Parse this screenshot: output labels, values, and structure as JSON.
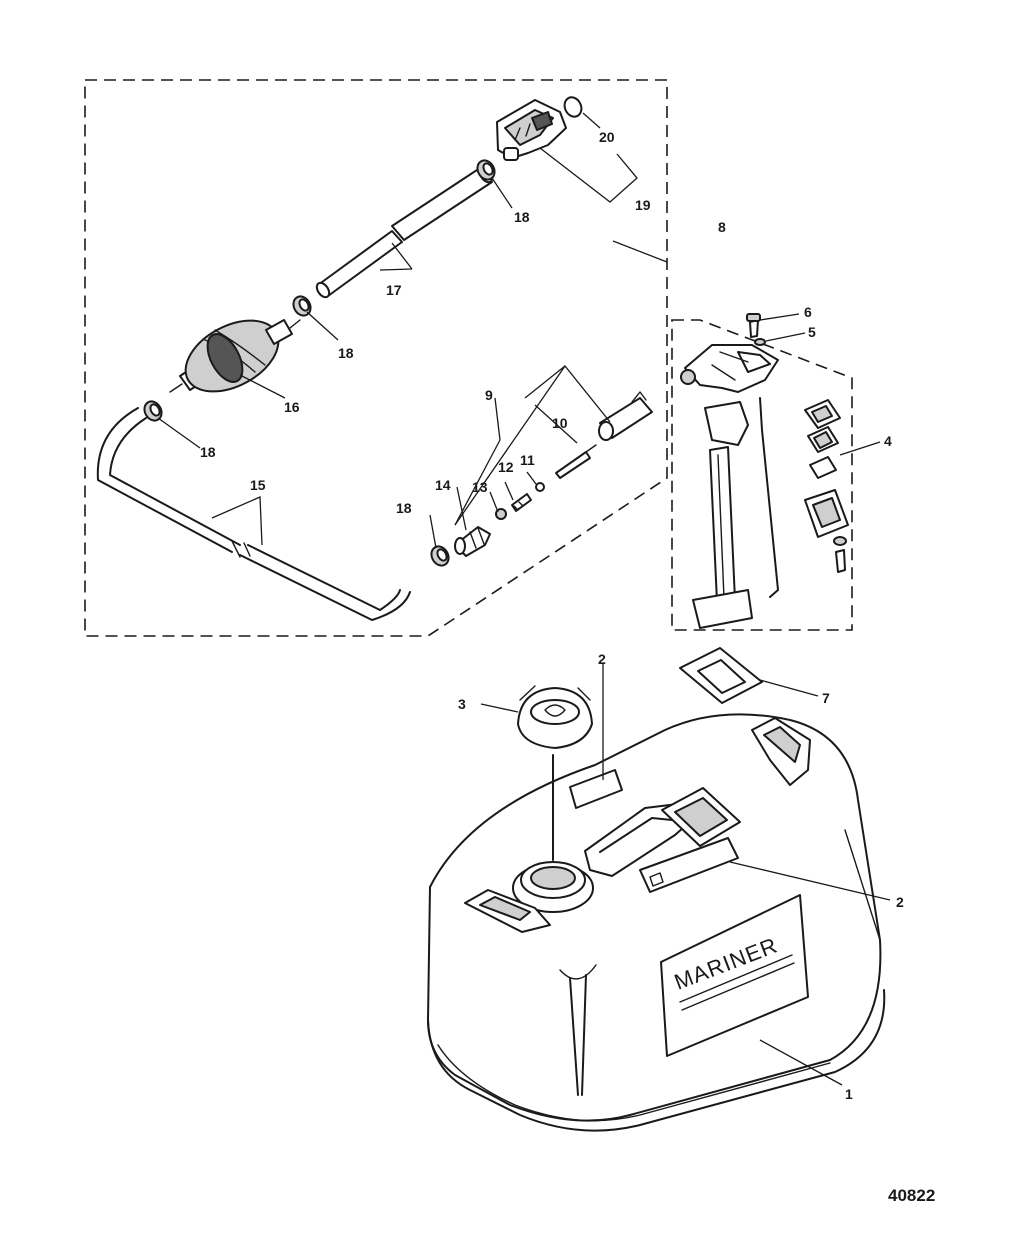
{
  "figure_number": "40822",
  "tank_label": "MARINER",
  "callouts": {
    "c1": "1",
    "c2a": "2",
    "c2b": "2",
    "c3": "3",
    "c4": "4",
    "c5": "5",
    "c6": "6",
    "c7": "7",
    "c8": "8",
    "c9": "9",
    "c10": "10",
    "c11": "11",
    "c12": "12",
    "c13": "13",
    "c14": "14",
    "c15": "15",
    "c16": "16",
    "c17": "17",
    "c18a": "18",
    "c18b": "18",
    "c18c": "18",
    "c18d": "18",
    "c19": "19",
    "c20": "20"
  }
}
